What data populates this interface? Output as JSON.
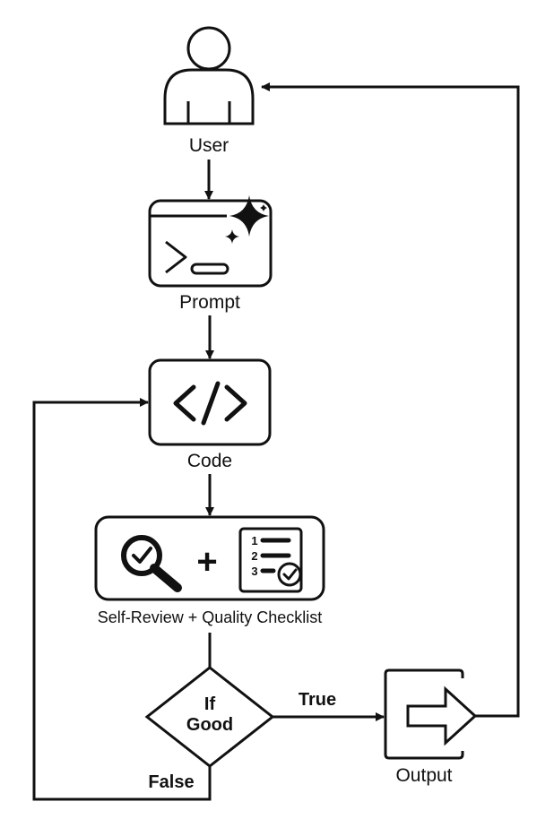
{
  "nodes": {
    "user": "User",
    "prompt": "Prompt",
    "code": "Code",
    "code_symbol": "</>",
    "review": "Self-Review + Quality Checklist",
    "decision": "If Good",
    "output": "Output"
  },
  "decision_lines": [
    "If",
    "Good"
  ],
  "checklist_numbers": [
    "1",
    "2",
    "3"
  ],
  "review_plus": "+",
  "edges": {
    "true_label": "True",
    "false_label": "False"
  },
  "icons": {
    "user": "person-outline-icon",
    "prompt": "terminal-sparkle-icon",
    "code": "code-brackets-icon",
    "review": "magnifier-check-icon",
    "checklist": "numbered-checklist-icon",
    "output": "right-arrow-icon"
  }
}
